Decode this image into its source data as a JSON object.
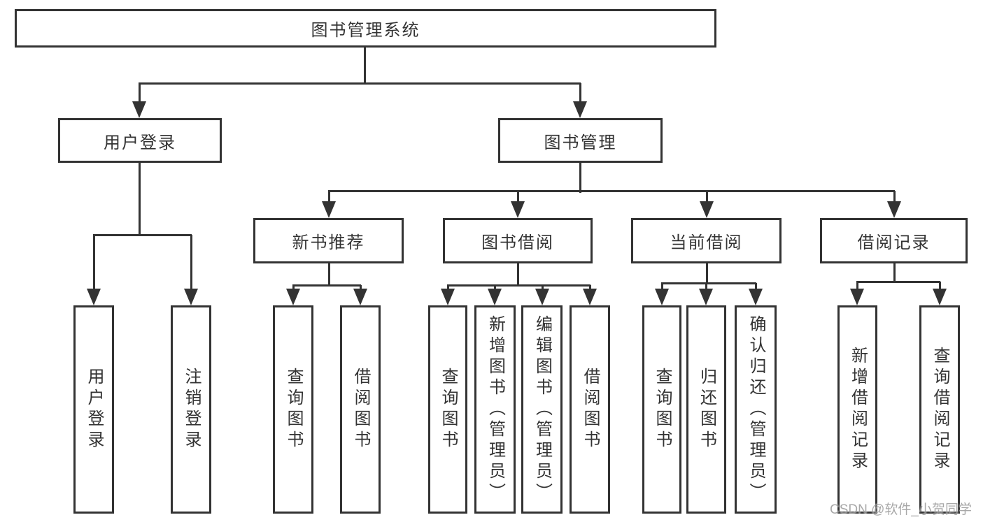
{
  "diagram": {
    "root": {
      "label": "图书管理系统"
    },
    "level1": [
      {
        "label": "用户登录"
      },
      {
        "label": "图书管理"
      }
    ],
    "level2": [
      {
        "label": "新书推荐"
      },
      {
        "label": "图书借阅"
      },
      {
        "label": "当前借阅"
      },
      {
        "label": "借阅记录"
      }
    ],
    "leaves": [
      {
        "label": "用户登录"
      },
      {
        "label": "注销登录"
      },
      {
        "label": "查询图书"
      },
      {
        "label": "借阅图书"
      },
      {
        "label": "查询图书"
      },
      {
        "label": "新增图书（管理员）"
      },
      {
        "label": "编辑图书（管理员）"
      },
      {
        "label": "借阅图书"
      },
      {
        "label": "查询图书"
      },
      {
        "label": "归还图书"
      },
      {
        "label": "确认归还（管理员）"
      },
      {
        "label": "新增借阅记录"
      },
      {
        "label": "查询借阅记录"
      }
    ],
    "watermark": "CSDN @软件_小贺同学",
    "colors": {
      "line": "#333333",
      "box_border": "#333333",
      "text": "#333333",
      "background": "#ffffff",
      "watermark": "#9a9a9a"
    }
  }
}
